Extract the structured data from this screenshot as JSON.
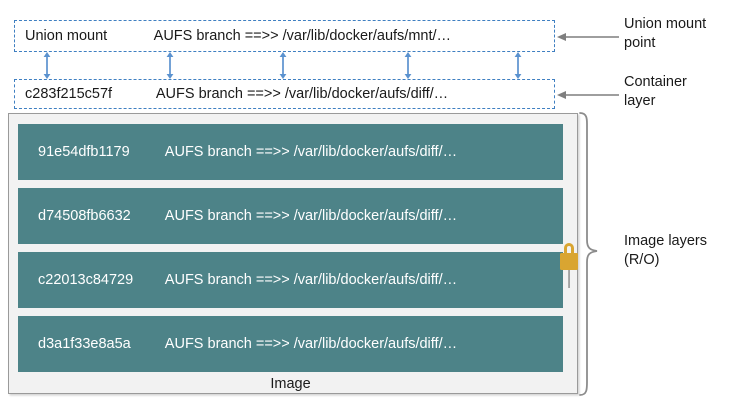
{
  "diagram": {
    "title": "Docker AUFS storage driver layer diagram",
    "colors": {
      "layer_fill": "#4d8388",
      "dashed_border": "#3f7fc1",
      "arrow_blue": "#5b92cf",
      "callout_grey": "#7f7f7f",
      "brace_grey": "#8c8c8c",
      "lock_gold": "#d9a531",
      "container_bg": "#f2f2f2",
      "container_border": "#9a9a9a"
    },
    "union_mount": {
      "id": "Union mount",
      "branch": "AUFS branch ==>> /var/lib/docker/aufs/mnt/…"
    },
    "container_layer": {
      "id": "c283f215c57f",
      "branch": "AUFS branch ==>> /var/lib/docker/aufs/diff/…"
    },
    "image": {
      "caption": "Image",
      "layers": [
        {
          "id": "91e54dfb1179",
          "branch": "AUFS branch ==>> /var/lib/docker/aufs/diff/…"
        },
        {
          "id": "d74508fb6632",
          "branch": "AUFS branch ==>> /var/lib/docker/aufs/diff/…"
        },
        {
          "id": "c22013c84729",
          "branch": "AUFS branch ==>> /var/lib/docker/aufs/diff/…"
        },
        {
          "id": "d3a1f33e8a5a",
          "branch": "AUFS branch ==>> /var/lib/docker/aufs/diff/…"
        }
      ]
    },
    "callouts": {
      "union_mount": "Union mount\npoint",
      "container_layer": "Container\nlayer",
      "image_layers": "Image layers\n(R/O)"
    },
    "icons": {
      "lock": "lock-icon",
      "union_arrows": "double-headed-vertical-arrow"
    },
    "arrow_positions_x": [
      47,
      170,
      283,
      408,
      518
    ]
  }
}
